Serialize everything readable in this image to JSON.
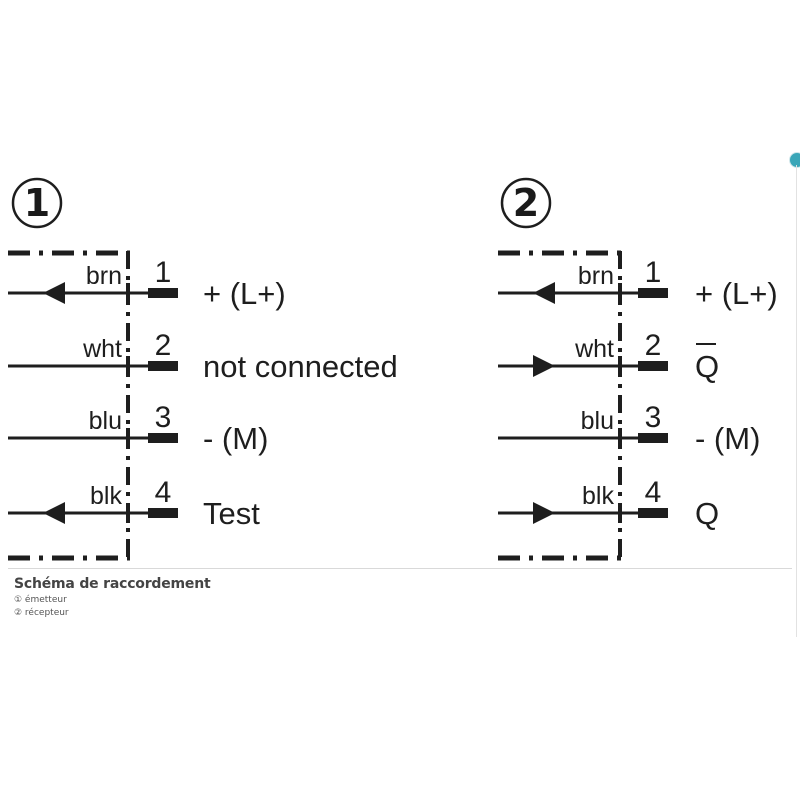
{
  "colors": {
    "ink": "#1e1e1e",
    "separator": "#d9d9d9",
    "caption_text": "#444444",
    "accent_dot": "#3aa6b8"
  },
  "diagrams": [
    {
      "badge": "1",
      "pins": [
        {
          "wire": "brn",
          "number": "1",
          "signal": "+ (L+)",
          "arrow": "left",
          "overline": false
        },
        {
          "wire": "wht",
          "number": "2",
          "signal": "not connected",
          "arrow": "none",
          "overline": false
        },
        {
          "wire": "blu",
          "number": "3",
          "signal": "- (M)",
          "arrow": "none",
          "overline": false
        },
        {
          "wire": "blk",
          "number": "4",
          "signal": "Test",
          "arrow": "left",
          "overline": false
        }
      ]
    },
    {
      "badge": "2",
      "pins": [
        {
          "wire": "brn",
          "number": "1",
          "signal": "+ (L+)",
          "arrow": "left",
          "overline": false
        },
        {
          "wire": "wht",
          "number": "2",
          "signal": "Q",
          "arrow": "right",
          "overline": true
        },
        {
          "wire": "blu",
          "number": "3",
          "signal": "- (M)",
          "arrow": "none",
          "overline": false
        },
        {
          "wire": "blk",
          "number": "4",
          "signal": "Q",
          "arrow": "right",
          "overline": false
        }
      ]
    }
  ],
  "caption": {
    "title": "Schéma de raccordement",
    "items": [
      "① émetteur",
      "② récepteur"
    ]
  }
}
